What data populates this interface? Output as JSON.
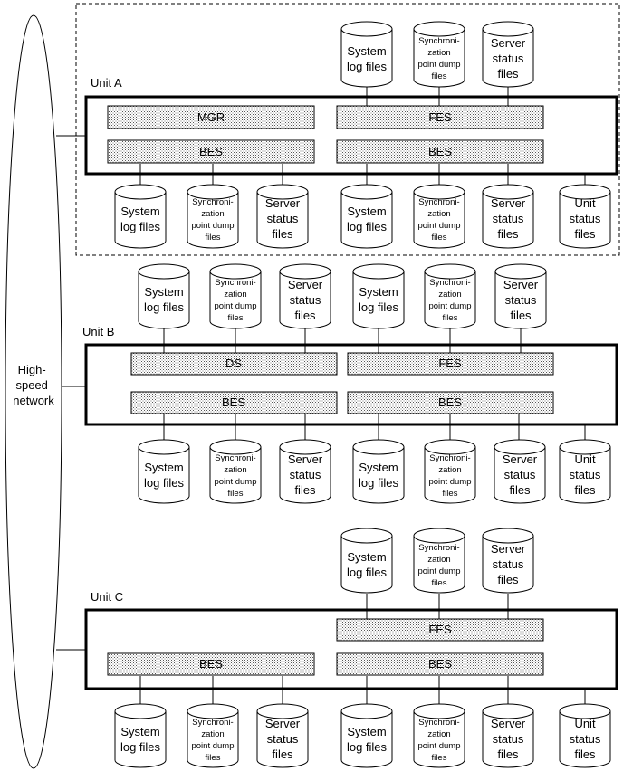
{
  "network": {
    "label_lines": [
      "High-",
      "speed",
      "network"
    ]
  },
  "labels": {
    "system_log": [
      "System",
      "log files"
    ],
    "sync_dump": [
      "Synchroni-",
      "zation",
      "point dump",
      "files"
    ],
    "server_status": [
      "Server",
      "status",
      "files"
    ],
    "unit_status": [
      "Unit",
      "status",
      "files"
    ]
  },
  "units": [
    {
      "name": "Unit A",
      "servers": [
        {
          "label": "MGR",
          "row": 0,
          "col": 0,
          "files": []
        },
        {
          "label": "FES",
          "row": 0,
          "col": 1,
          "files": [
            "system_log",
            "sync_dump",
            "server_status"
          ]
        },
        {
          "label": "BES",
          "row": 1,
          "col": 0,
          "files": [
            "system_log",
            "sync_dump",
            "server_status"
          ]
        },
        {
          "label": "BES",
          "row": 1,
          "col": 1,
          "files": [
            "system_log",
            "sync_dump",
            "server_status"
          ]
        }
      ],
      "unit_status_file": true
    },
    {
      "name": "Unit B",
      "servers": [
        {
          "label": "DS",
          "row": 0,
          "col": 0,
          "files": [
            "system_log",
            "sync_dump",
            "server_status"
          ]
        },
        {
          "label": "FES",
          "row": 0,
          "col": 1,
          "files": [
            "system_log",
            "sync_dump",
            "server_status"
          ]
        },
        {
          "label": "BES",
          "row": 1,
          "col": 0,
          "files": [
            "system_log",
            "sync_dump",
            "server_status"
          ]
        },
        {
          "label": "BES",
          "row": 1,
          "col": 1,
          "files": [
            "system_log",
            "sync_dump",
            "server_status"
          ]
        }
      ],
      "unit_status_file": true
    },
    {
      "name": "Unit C",
      "servers": [
        {
          "label": "FES",
          "row": 0,
          "col": 1,
          "files": [
            "system_log",
            "sync_dump",
            "server_status"
          ]
        },
        {
          "label": "BES",
          "row": 1,
          "col": 0,
          "files": [
            "system_log",
            "sync_dump",
            "server_status"
          ]
        },
        {
          "label": "BES",
          "row": 1,
          "col": 1,
          "files": [
            "system_log",
            "sync_dump",
            "server_status"
          ]
        }
      ],
      "unit_status_file": true
    }
  ]
}
